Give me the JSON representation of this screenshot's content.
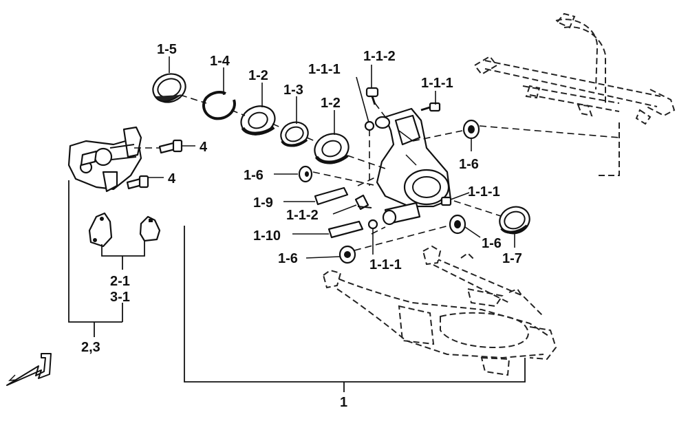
{
  "callouts": {
    "c_1_5": "1-5",
    "c_1_4": "1-4",
    "c_1_2_a": "1-2",
    "c_1_3": "1-3",
    "c_1_2_b": "1-2",
    "c_1_1_1_a": "1-1-1",
    "c_1_1_2_a": "1-1-2",
    "c_1_1_1_b": "1-1-1",
    "c_4_a": "4",
    "c_4_b": "4",
    "c_1_6_a": "1-6",
    "c_1_6_b": "1-6",
    "c_1_9": "1-9",
    "c_1_1_2_b": "1-1-2",
    "c_1_1_1_c": "1-1-1",
    "c_1_10": "1-10",
    "c_1_6_c": "1-6",
    "c_1_6_d": "1-6",
    "c_1_7": "1-7",
    "c_1_1_1_d": "1-1-1",
    "c_2_1": "2-1",
    "c_3_1": "3-1",
    "c_2_3": "2,3",
    "c_1": "1"
  },
  "icons": {
    "front_arrow": "front-direction-arrow-icon"
  }
}
